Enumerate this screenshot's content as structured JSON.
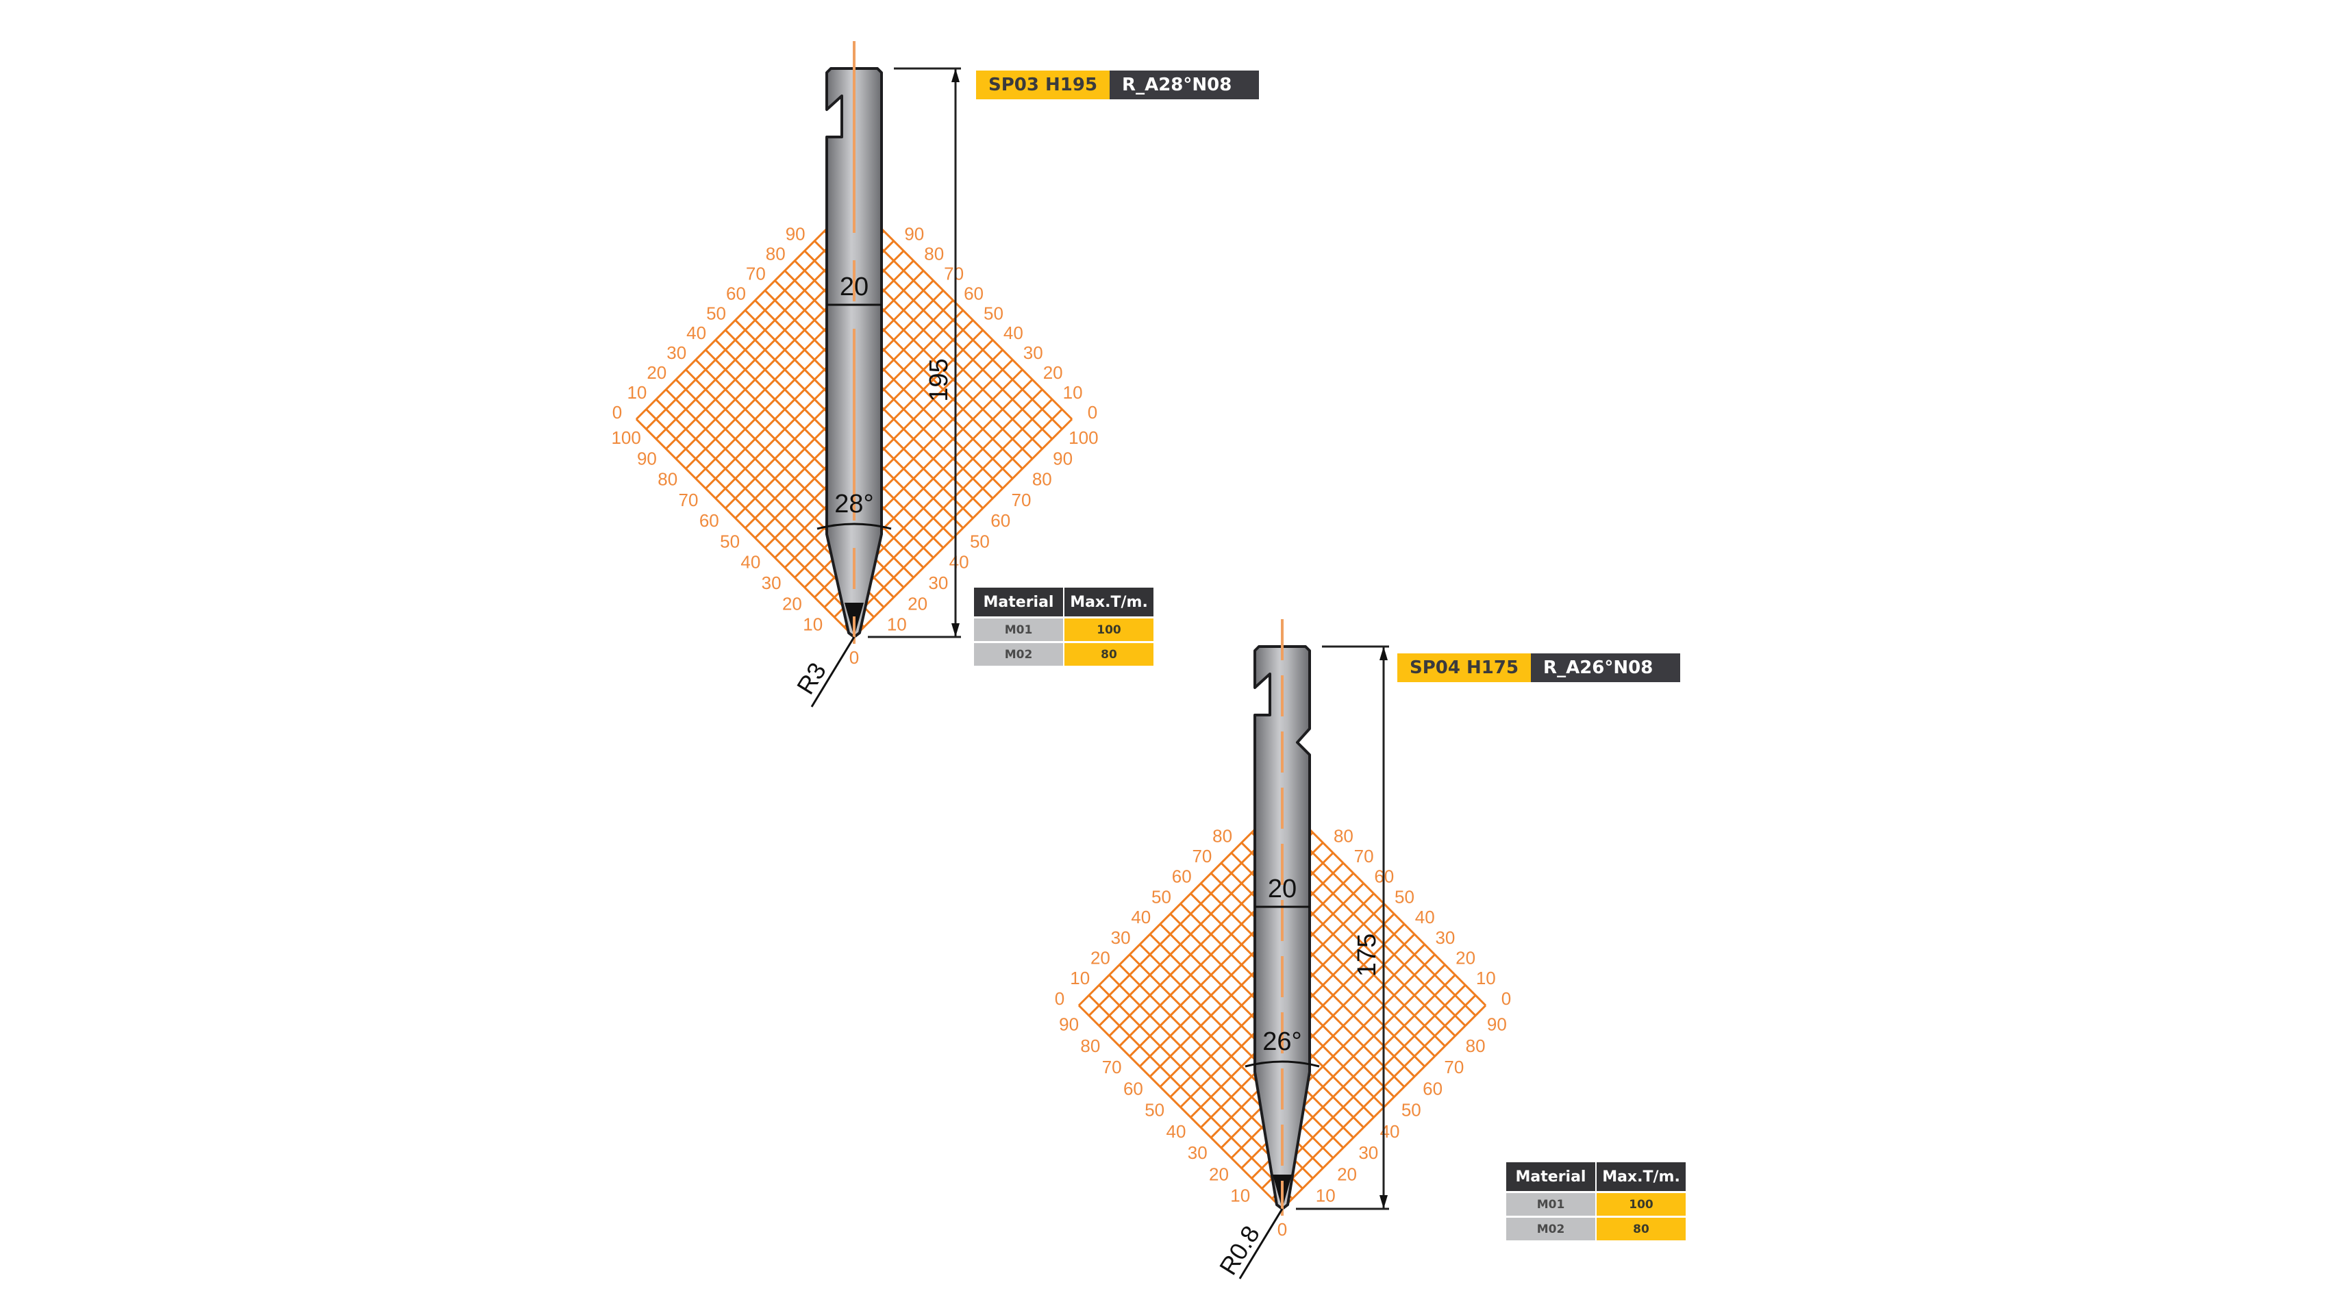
{
  "tools": [
    {
      "id": "sp03",
      "code": "SP03 H195",
      "spec": "R_A28°N08",
      "height_label": "195",
      "width_label": "20",
      "angle_label": "28°",
      "radius_label": "R3",
      "tip_label": "0",
      "grid": {
        "upper_left_labels": [
          "0",
          "10",
          "20",
          "30",
          "40",
          "50",
          "60",
          "70",
          "80",
          "90"
        ],
        "upper_right_labels": [
          "0",
          "10",
          "20",
          "30",
          "40",
          "50",
          "60",
          "70",
          "80",
          "90"
        ],
        "lower_left_labels": [
          "100",
          "90",
          "80",
          "70",
          "60",
          "50",
          "40",
          "30",
          "20",
          "10"
        ],
        "lower_right_labels": [
          "100",
          "90",
          "80",
          "70",
          "60",
          "50",
          "40",
          "30",
          "20",
          "10"
        ]
      },
      "table": {
        "headers": [
          "Material",
          "Max.T/m."
        ],
        "rows": [
          [
            "M01",
            "100"
          ],
          [
            "M02",
            "80"
          ]
        ]
      }
    },
    {
      "id": "sp04",
      "code": "SP04 H175",
      "spec": "R_A26°N08",
      "height_label": "175",
      "width_label": "20",
      "angle_label": "26°",
      "radius_label": "R0.8",
      "tip_label": "0",
      "grid": {
        "upper_left_labels": [
          "0",
          "10",
          "20",
          "30",
          "40",
          "50",
          "60",
          "70",
          "80"
        ],
        "upper_right_labels": [
          "0",
          "10",
          "20",
          "30",
          "40",
          "50",
          "60",
          "70",
          "80"
        ],
        "lower_left_labels": [
          "90",
          "80",
          "70",
          "60",
          "50",
          "40",
          "30",
          "20",
          "10"
        ],
        "lower_right_labels": [
          "90",
          "80",
          "70",
          "60",
          "50",
          "40",
          "30",
          "20",
          "10"
        ]
      },
      "table": {
        "headers": [
          "Material",
          "Max.T/m."
        ],
        "rows": [
          [
            "M01",
            "100"
          ],
          [
            "M02",
            "80"
          ]
        ]
      }
    }
  ],
  "colors": {
    "accent_yellow": "#fdc010",
    "dark_label": "#3b3b40",
    "grid_orange": "#f07d1e",
    "tool_gray": "#9a9b9e"
  }
}
